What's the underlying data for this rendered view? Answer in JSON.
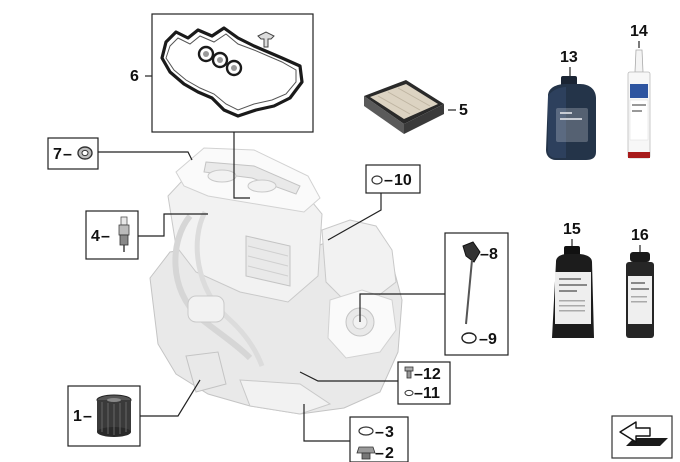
{
  "callouts": {
    "c1": "1",
    "c2": "2",
    "c3": "3",
    "c4": "4",
    "c5": "5",
    "c6": "6",
    "c7": "7",
    "c8": "8",
    "c9": "9",
    "c10": "10",
    "c11": "11",
    "c12": "12",
    "c13": "13",
    "c14": "14",
    "c15": "15",
    "c16": "16"
  },
  "dash": "–",
  "nav_icon": "arrow-tray-icon",
  "colors": {
    "oil_bottle": "#243449",
    "black_bottle": "#1c1c1c",
    "spray_can": "#262626",
    "tube_cap": "#a81b1b",
    "filter_frame": "#2a2a2a",
    "label_white": "#eeeeee"
  }
}
